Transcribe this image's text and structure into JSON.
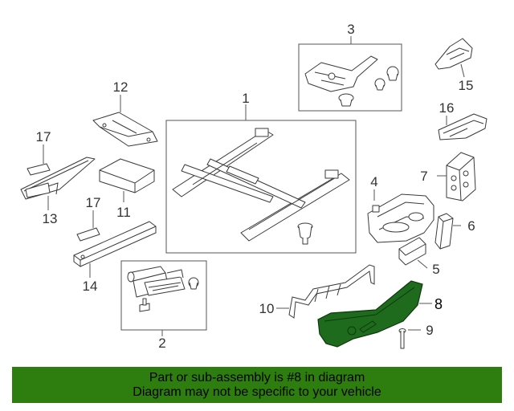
{
  "diagram": {
    "callouts": [
      "1",
      "2",
      "3",
      "4",
      "5",
      "6",
      "7",
      "8",
      "9",
      "10",
      "11",
      "12",
      "13",
      "14",
      "15",
      "16",
      "17"
    ],
    "highlight_callout": "8",
    "highlight_color": "#1e6b1e"
  },
  "banner": {
    "line1": "Part or sub-assembly is #8 in diagram",
    "line2": "Diagram may not be specific to your vehicle",
    "color": "#2e7d0f"
  }
}
